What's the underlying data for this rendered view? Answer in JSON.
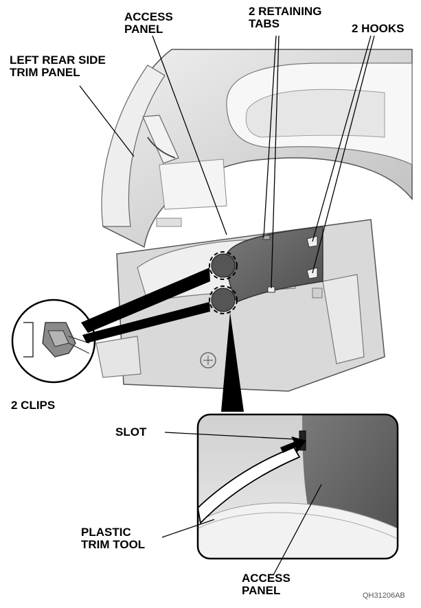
{
  "labels": {
    "access_panel_top": "ACCESS\nPANEL",
    "retaining_tabs": "2 RETAINING\nTABS",
    "hooks": "2 HOOKS",
    "side_trim_panel": "LEFT REAR SIDE\nTRIM PANEL",
    "clips": "2 CLIPS",
    "slot": "SLOT",
    "plastic_trim_tool": "PLASTIC\nTRIM TOOL",
    "access_panel_bottom": "ACCESS\nPANEL"
  },
  "figure_code": "QH31206AB",
  "colors": {
    "line": "#000000",
    "trim_light": "#e3e3e3",
    "trim_mid": "#c9c9c9",
    "panel_dark": "#6a6a6a",
    "inset_bg": "#dcdcdc"
  }
}
